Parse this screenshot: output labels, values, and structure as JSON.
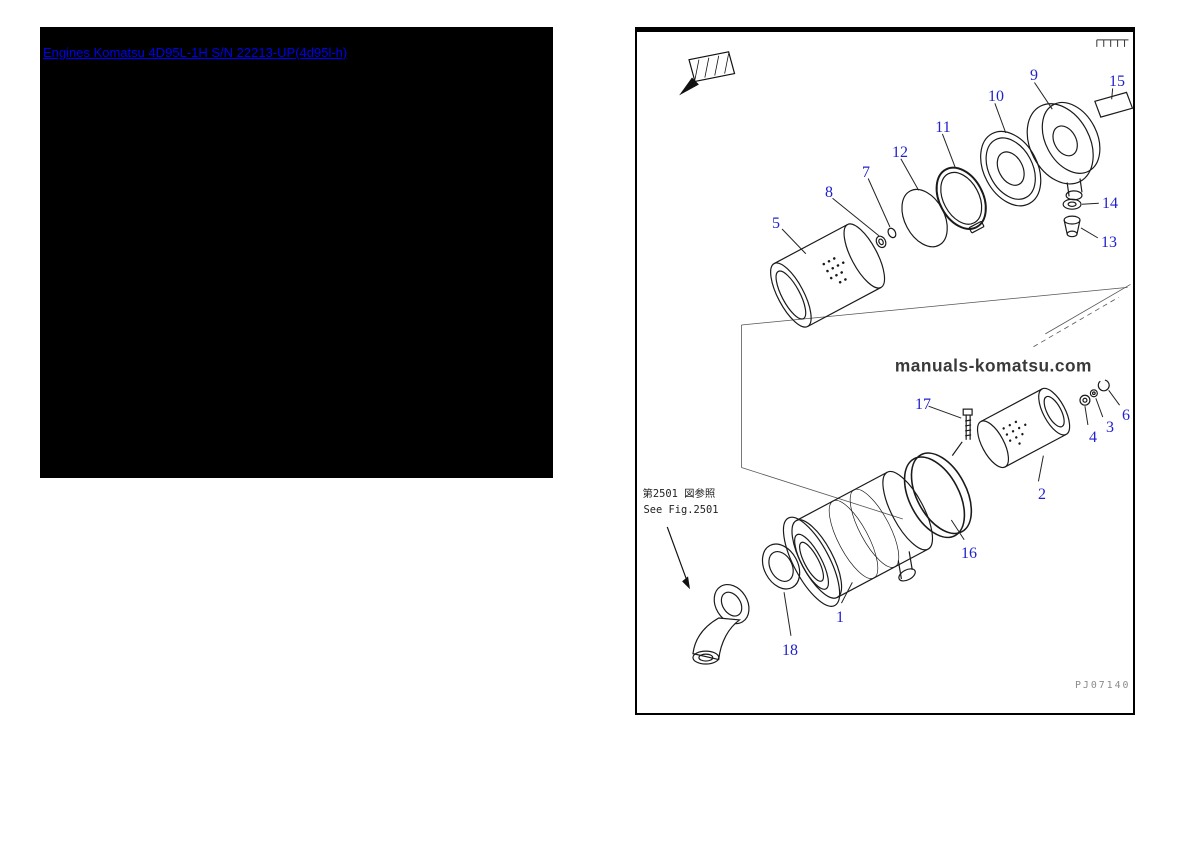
{
  "page": {
    "title": "Komatsu parts catalog page"
  },
  "colors": {
    "link_blue": "#0000EE",
    "callout_blue": "#2222cc",
    "watermark_gray": "#3a3a3a",
    "panel_black": "#000000"
  },
  "left_panel": {
    "link_text": "Engines Komatsu 4D95L-1H S/N 22213-UP(4d95l-h)"
  },
  "diagram": {
    "watermark": "manuals-komatsu.com",
    "fig_ref_jp": "第2501 図参照",
    "fig_ref_en": "See Fig.2501",
    "plate_code": "PJ07140",
    "callouts": [
      "1",
      "2",
      "3",
      "4",
      "5",
      "6",
      "7",
      "8",
      "9",
      "10",
      "11",
      "12",
      "13",
      "14",
      "15",
      "16",
      "17",
      "18"
    ],
    "icons": {
      "direction": "front-direction-arrow-icon",
      "corner_marks": "registration-tick-marks"
    },
    "subject": "Air cleaner assembly exploded view"
  }
}
